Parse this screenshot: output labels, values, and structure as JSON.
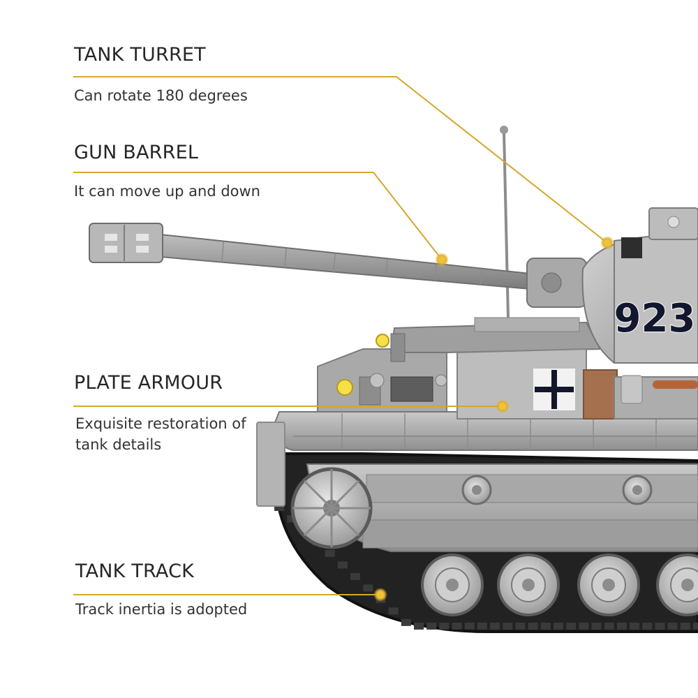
{
  "colors": {
    "accent": "#d4a72c",
    "tank_light": "#b9b9b9",
    "tank_mid": "#9c9c9c",
    "tank_dark": "#6f6f6f",
    "track": "#1f1f1f",
    "marking": "#12172e"
  },
  "hull_number": "923",
  "callouts": [
    {
      "title": "TANK TURRET",
      "description": "Can rotate 180 degrees"
    },
    {
      "title": "GUN BARREL",
      "description": "It can move up and down"
    },
    {
      "title": "PLATE ARMOUR",
      "description": "Exquisite restoration of\ntank details"
    },
    {
      "title": "TANK TRACK",
      "description": "Track inertia is adopted"
    }
  ]
}
